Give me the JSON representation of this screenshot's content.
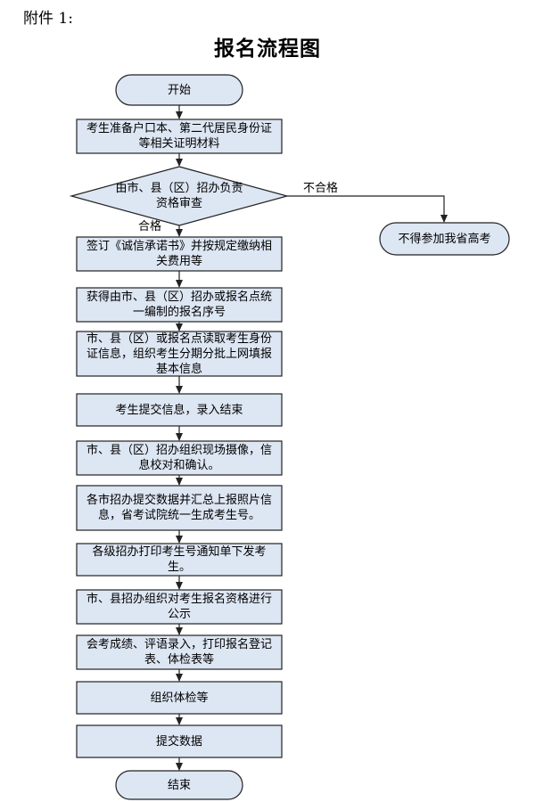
{
  "header": {
    "attachment": "附件 1:",
    "title": "报名流程图"
  },
  "flow": {
    "start": "开始",
    "steps": [
      "考生准备户口本、第二代居民身份证等相关证明材料",
      "签订《诚信承诺书》并按规定缴纳相关费用等",
      "获得由市、县（区）招办或报名点统一编制的报名序号",
      "市、县（区）或报名点读取考生身份证信息，组织考生分期分批上网填报基本信息",
      "考生提交信息，录入结束",
      "市、县（区）招办组织现场摄像，信息校对和确认。",
      "各市招办提交数据并汇总上报照片信息，省考试院统一生成考生号。",
      "各级招办打印考生号通知单下发考生。",
      "市、县招办组织对考生报名资格进行公示",
      "会考成绩、评语录入，打印报名登记表、体检表等",
      "组织体检等",
      "提交数据"
    ],
    "decision": "由市、县（区）招办负责资格审查",
    "pass_label": "合格",
    "fail_label": "不合格",
    "fail_result": "不得参加我省高考",
    "end": "结束"
  },
  "colors": {
    "box_fill": "#dde6f3",
    "box_stroke": "#222222"
  }
}
